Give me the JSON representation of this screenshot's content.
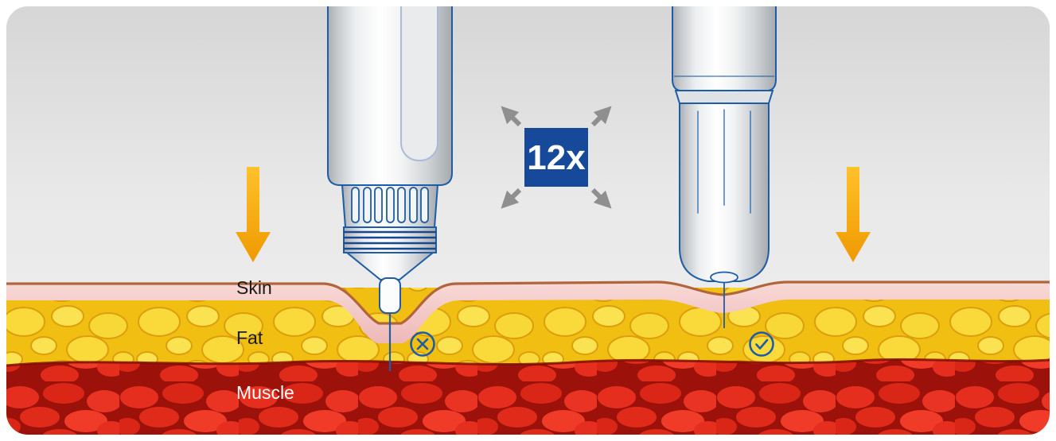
{
  "figure": {
    "magnification": {
      "label": "12x"
    },
    "tissue_labels": {
      "skin": "Skin",
      "fat": "Fat",
      "muscle": "Muscle"
    },
    "annotations": {
      "left_result_icon": "cross-circle",
      "right_result_icon": "check-circle",
      "pressure_icon": "down-arrow",
      "zoom_icon": "expand-arrows"
    },
    "colors": {
      "accent_blue": "#17499b",
      "outline_blue": "#1d5ca6",
      "arrow_orange": "#f6a50a",
      "skin_pink": "#f3c6c4",
      "skin_edge_brown": "#b2653a",
      "fat_yellow": "#f5cd18",
      "muscle_red": "#d8261a",
      "background_gray": "#e4e4e4",
      "expand_arrow_gray": "#8f8f8f"
    }
  }
}
